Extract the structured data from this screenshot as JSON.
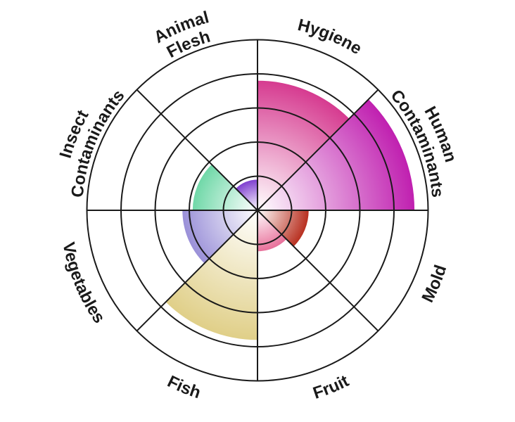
{
  "chart_data": {
    "type": "polar-area",
    "rlim": [
      0,
      5
    ],
    "ring_count": 5,
    "grid": true,
    "categories": [
      "Hygiene",
      "Human Contaminants",
      "Mold",
      "Fruit",
      "Fish",
      "Vegetables",
      "Insect Contaminants",
      "Animal Flesh"
    ],
    "values": [
      3.8,
      4.6,
      1.5,
      1.2,
      3.8,
      2.2,
      1.9,
      0.9
    ],
    "colors": [
      "#d63b90",
      "#c020b0",
      "#b83020",
      "#e8709a",
      "#e0cf88",
      "#9a90d8",
      "#70d8a8",
      "#8040d0"
    ]
  }
}
